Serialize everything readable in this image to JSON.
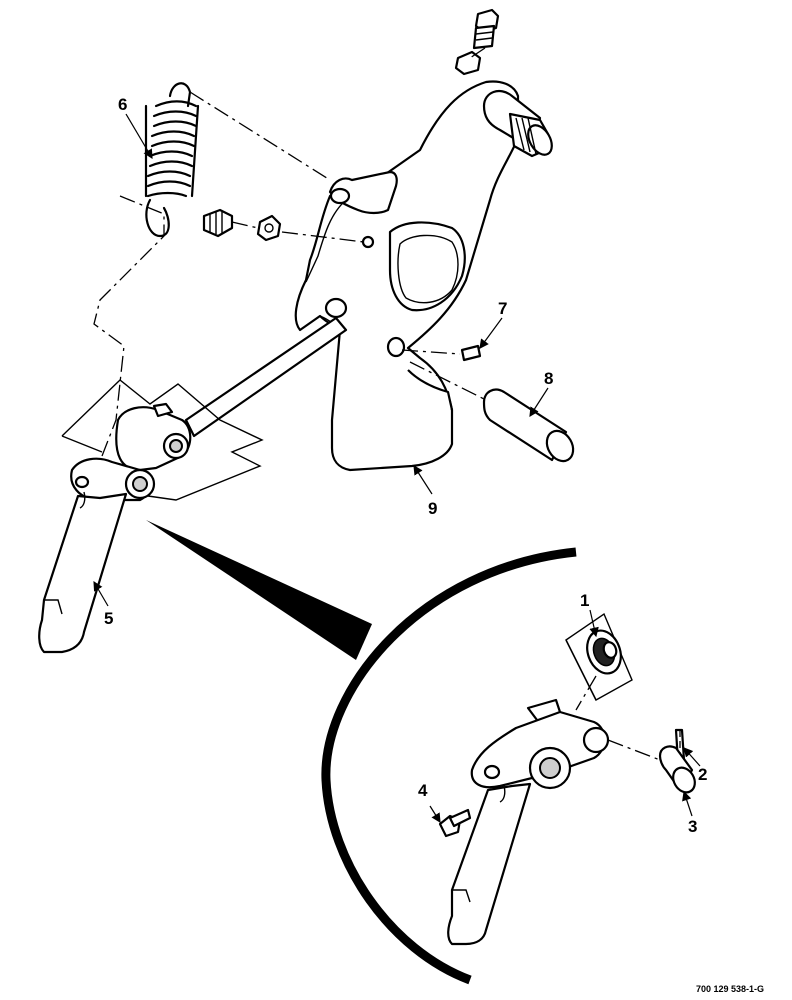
{
  "callouts": {
    "c1": "1",
    "c2": "2",
    "c3": "3",
    "c4": "4",
    "c5": "5",
    "c6": "6",
    "c7": "7",
    "c8": "8",
    "c9": "9"
  },
  "figure_ref": "700 129 538-1-G"
}
